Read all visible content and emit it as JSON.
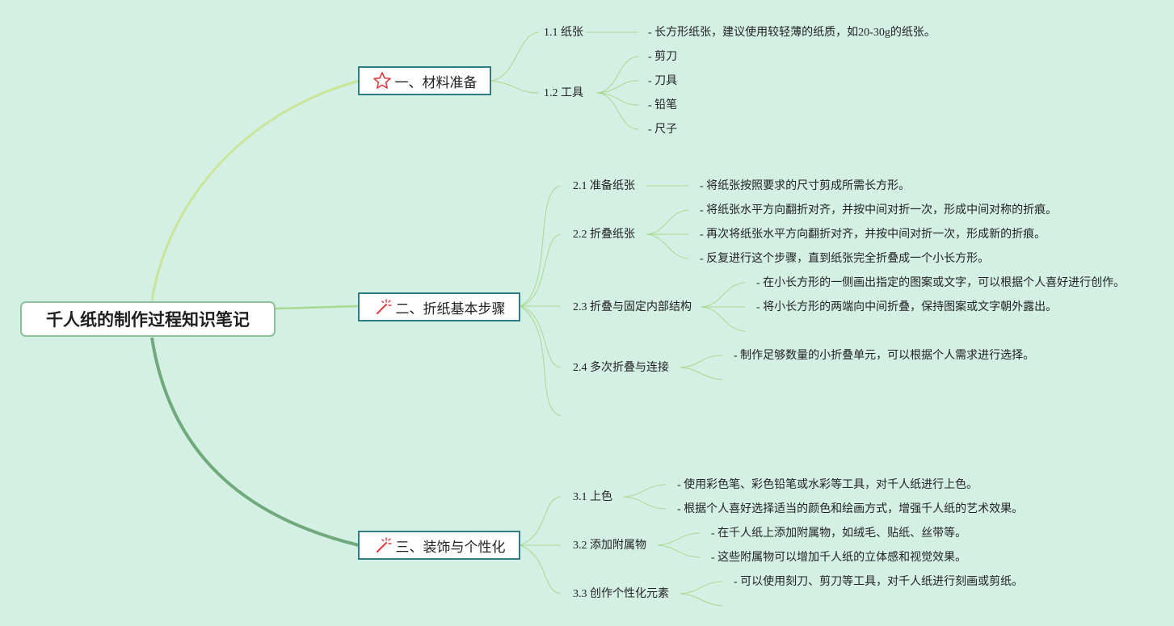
{
  "root": {
    "title": "千人纸的制作过程知识笔记"
  },
  "branches": [
    {
      "label": "一、材料准备",
      "icon": "star-icon",
      "subtopics": [
        {
          "label": "1.1 纸张",
          "details": [
            "- 长方形纸张，建议使用较轻薄的纸质，如20-30g的纸张。"
          ]
        },
        {
          "label": "1.2 工具",
          "details": [
            "- 剪刀",
            "- 刀具",
            "- 铅笔",
            "- 尺子"
          ]
        }
      ]
    },
    {
      "label": "二、折纸基本步骤",
      "icon": "magic-wand-icon",
      "subtopics": [
        {
          "label": "2.1 准备纸张",
          "details": [
            "- 将纸张按照要求的尺寸剪成所需长方形。"
          ]
        },
        {
          "label": "2.2 折叠纸张",
          "details": [
            "- 将纸张水平方向翻折对齐，并按中间对折一次，形成中间对称的折痕。",
            "- 再次将纸张水平方向翻折对齐，并按中间对折一次，形成新的折痕。",
            "- 反复进行这个步骤，直到纸张完全折叠成一个小长方形。"
          ]
        },
        {
          "label": "2.3 折叠与固定内部结构",
          "details": [
            "- 在小长方形的一侧画出指定的图案或文字，可以根据个人喜好进行创作。",
            "- 将小长方形的两端向中间折叠，保持图案或文字朝外露出。"
          ]
        },
        {
          "label": "2.4 多次折叠与连接",
          "details": [
            "- 制作足够数量的小折叠单元，可以根据个人需求进行选择。"
          ]
        }
      ]
    },
    {
      "label": "三、装饰与个性化",
      "icon": "magic-wand-icon",
      "subtopics": [
        {
          "label": "3.1 上色",
          "details": [
            "- 使用彩色笔、彩色铅笔或水彩等工具，对千人纸进行上色。",
            "- 根据个人喜好选择适当的颜色和绘画方式，增强千人纸的艺术效果。"
          ]
        },
        {
          "label": "3.2 添加附属物",
          "details": [
            "- 在千人纸上添加附属物，如绒毛、贴纸、丝带等。",
            "- 这些附属物可以增加千人纸的立体感和视觉效果。"
          ]
        },
        {
          "label": "3.3 创作个性化元素",
          "details": [
            "- 可以使用刻刀、剪刀等工具，对千人纸进行刻画或剪纸。"
          ]
        }
      ]
    }
  ],
  "colors": {
    "background": "#d4f0e4",
    "branch1_link": "#c9e59a",
    "branch2_link": "#a9d98f",
    "branch3_link": "#6fa97c",
    "sub_link": "#a8d88e",
    "branch_border": "#2f7e86",
    "star_icon": "#e0393e",
    "wand_icon": "#e0393e"
  }
}
